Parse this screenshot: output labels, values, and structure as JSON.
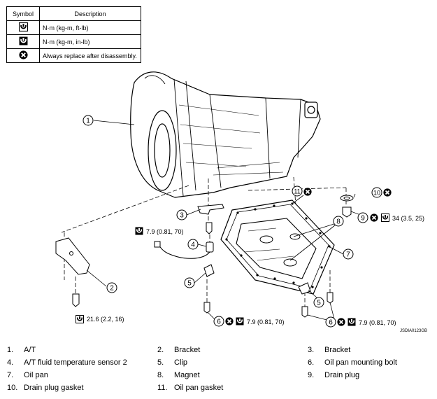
{
  "legend": {
    "header": {
      "symbol": "Symbol",
      "description": "Description"
    },
    "rows": [
      {
        "icon": "torque-ft-lb-icon",
        "description": "N·m (kg-m, ft-lb)"
      },
      {
        "icon": "torque-in-lb-icon",
        "description": "N·m (kg-m, in-lb)"
      },
      {
        "icon": "always-replace-icon",
        "description": "Always replace after disassembly."
      }
    ]
  },
  "callouts": {
    "c1": "1",
    "c2": "2",
    "c3": "3",
    "c4": "4",
    "c5a": "5",
    "c5b": "5",
    "c6a": "6",
    "c6b": "6",
    "c7": "7",
    "c8": "8",
    "c9": "9",
    "c10": "10",
    "c11": "11"
  },
  "torques": {
    "drain_plug": "34 (3.5, 25)",
    "bracket_bolt": "7.9 (0.81, 70)",
    "bracket_lower_bolt": "21.6 (2.2, 16)",
    "pan_bolt_left": "7.9 (0.81, 70)",
    "pan_bolt_right": "7.9 (0.81, 70)"
  },
  "figure_code": "JSDIA0123GB",
  "parts": [
    {
      "num": "1.",
      "name": "A/T"
    },
    {
      "num": "2.",
      "name": "Bracket"
    },
    {
      "num": "3.",
      "name": "Bracket"
    },
    {
      "num": "4.",
      "name": "A/T fluid temperature sensor 2"
    },
    {
      "num": "5.",
      "name": "Clip"
    },
    {
      "num": "6.",
      "name": "Oil pan mounting bolt"
    },
    {
      "num": "7.",
      "name": "Oil pan"
    },
    {
      "num": "8.",
      "name": "Magnet"
    },
    {
      "num": "9.",
      "name": "Drain plug"
    },
    {
      "num": "10.",
      "name": "Drain plug gasket"
    },
    {
      "num": "11.",
      "name": "Oil pan gasket"
    }
  ]
}
